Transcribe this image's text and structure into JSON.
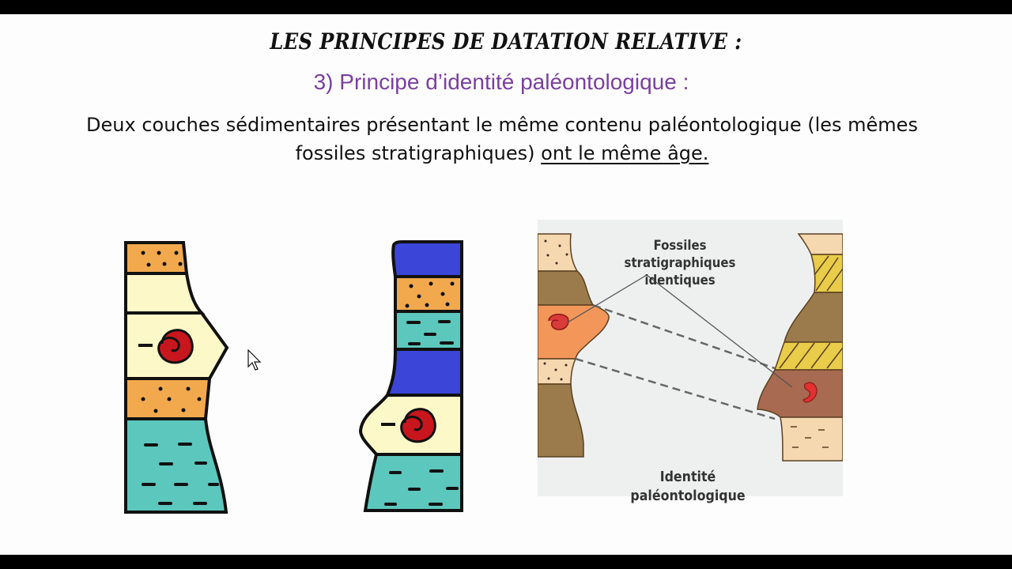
{
  "slide": {
    "title": "Les principes de datation relative :",
    "subtitle": "3) Principe d’identité paléontologique :",
    "definition": {
      "line1": "Deux couches sédimentaires présentant le même contenu paléontologique (les mêmes",
      "line2_plain": "fossiles stratigraphiques) ",
      "line2_underlined": "ont le même âge."
    }
  },
  "figures": {
    "column_left": {
      "layers": [
        "sandstone-dotted",
        "pale-yellow",
        "pale-yellow-with-ammonite",
        "sandstone-dotted",
        "marl-teal"
      ]
    },
    "column_middle": {
      "layers": [
        "blue",
        "sandstone-dotted",
        "marl-teal",
        "blue",
        "pale-yellow-with-ammonite",
        "marl-teal"
      ]
    },
    "diagram_right": {
      "label_top_line1": "Fossiles stratigraphiques",
      "label_top_line2": "identiques",
      "label_bottom_line1": "Identité",
      "label_bottom_line2": "paléontologique"
    }
  },
  "colors": {
    "subtitle": "#7a3fa0",
    "sand": "#f2a94e",
    "pale_yellow": "#fdf8c8",
    "teal": "#5cc7bd",
    "blue": "#3b45d8",
    "ammonite": "#c8161e"
  }
}
